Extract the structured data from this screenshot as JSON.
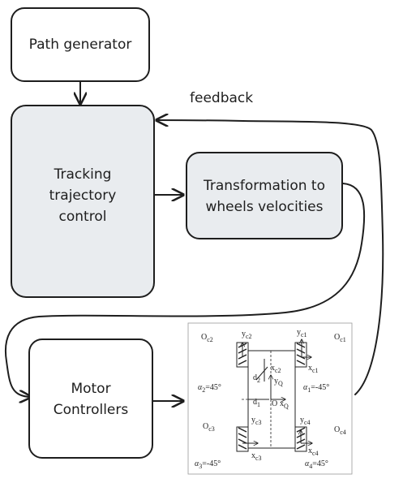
{
  "blocks": {
    "path_generator": {
      "label": "Path generator"
    },
    "tracking": {
      "lines": [
        "Tracking",
        "trajectory",
        "control"
      ]
    },
    "transformation": {
      "lines": [
        "Transformation to",
        "wheels velocities"
      ]
    },
    "motor": {
      "lines": [
        "Motor",
        "Controllers"
      ]
    }
  },
  "feedback_label": "feedback",
  "robot_figure": {
    "wheel_labels": {
      "oc1": "O",
      "oc1_sub": "c1",
      "oc2": "O",
      "oc2_sub": "c2",
      "oc3": "O",
      "oc3_sub": "c3",
      "oc4": "O",
      "oc4_sub": "c4"
    },
    "axis_labels": {
      "yc1": "y",
      "yc1_sub": "c1",
      "xc1": "x",
      "xc1_sub": "c1",
      "yc2": "y",
      "yc2_sub": "c2",
      "xc2": "x",
      "xc2_sub": "c2",
      "yc3": "y",
      "yc3_sub": "c3",
      "xc3": "x",
      "xc3_sub": "c3",
      "yc4": "y",
      "yc4_sub": "c4",
      "xc4": "x",
      "xc4_sub": "c4",
      "yq": "y",
      "yq_sub": "Q",
      "xq": "x",
      "xq_sub": "Q",
      "d1": "d",
      "d1_sub": "1",
      "d2": "d",
      "d2_sub": "2",
      "o": "O"
    },
    "angles": {
      "a1": "α",
      "a1_sub": "1",
      "a1_val": "=-45°",
      "a2": "α",
      "a2_sub": "2",
      "a2_val": "=45°",
      "a3": "α",
      "a3_sub": "3",
      "a3_val": "=-45°",
      "a4": "α",
      "a4_sub": "4",
      "a4_val": "=45°"
    }
  }
}
